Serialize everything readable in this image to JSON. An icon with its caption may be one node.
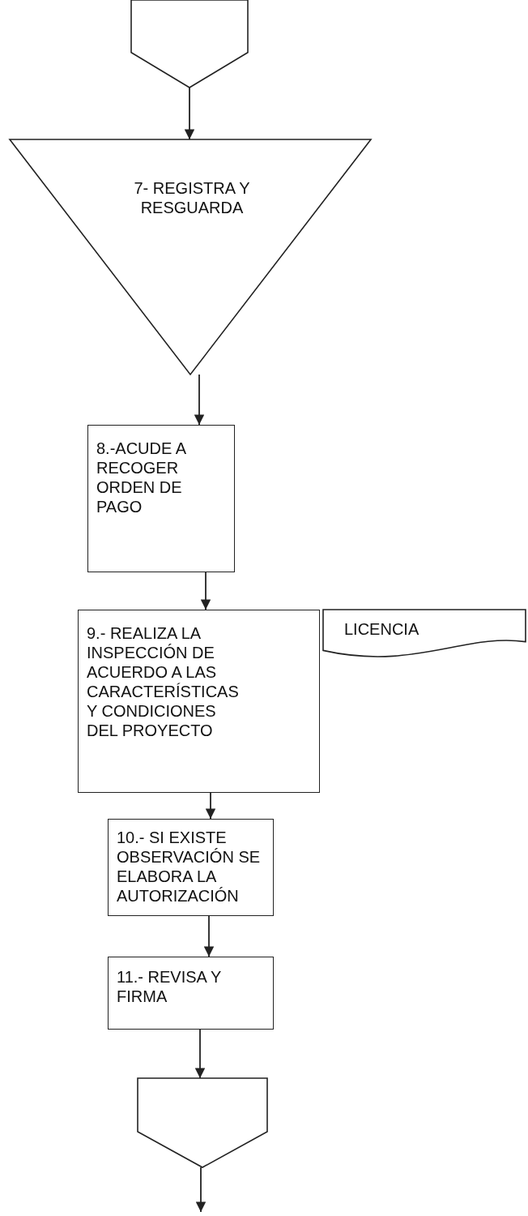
{
  "diagram": {
    "nodes": [
      {
        "text": [],
        "shape": "pentagon"
      },
      {
        "text": [
          "7- REGISTRA Y RESGUARDA"
        ]
      },
      {
        "text": [
          "8.-ACUDE A RECOGER ORDEN DE PAGO"
        ]
      },
      {
        "text": [
          "9.- REALIZA LA INSPECCIÓN DE ACUERDO A LAS CARACTERÍSTICAS Y CONDICIONES DEL PROYECTO"
        ]
      },
      {
        "text": [
          "LICENCIA"
        ]
      },
      {
        "text": [
          "10.- SI EXISTE OBSERVACIÓN SE ELABORA LA AUTORIZACIÓN"
        ]
      },
      {
        "text": [
          "11.- REVISA Y FIRMA"
        ]
      },
      {
        "text": [],
        "shape": "pentagon"
      }
    ],
    "edges": [
      {
        "from": 0,
        "to": 1,
        "arrow": "to"
      },
      {
        "from": 1,
        "to": 2,
        "arrow": "to"
      },
      {
        "from": 2,
        "to": 3,
        "arrow": "to"
      },
      {
        "from": 3,
        "to": 5,
        "arrow": "to"
      },
      {
        "from": 5,
        "to": 6,
        "arrow": "to"
      },
      {
        "from": 6,
        "to": 7,
        "arrow": "to"
      },
      {
        "from": 7,
        "to": null,
        "arrow": "to"
      }
    ]
  }
}
